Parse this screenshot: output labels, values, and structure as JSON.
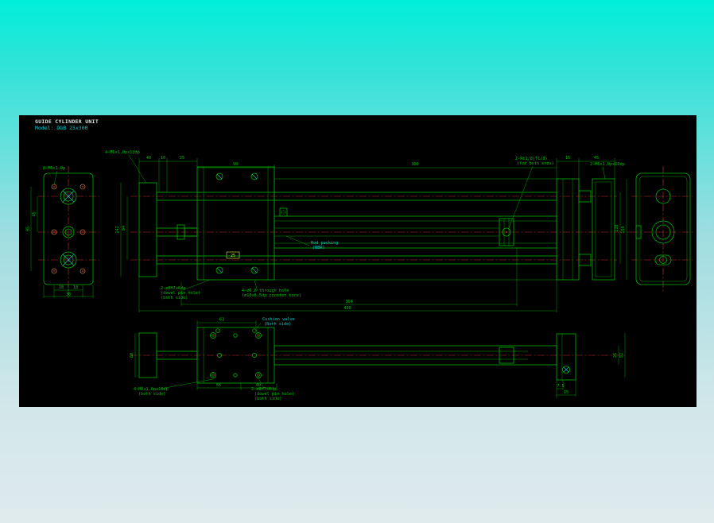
{
  "title_block": {
    "line1": "GUIDE CYLINDER UNIT",
    "line2": "Model: DGB 25x300"
  },
  "front_view": {
    "top": {
      "thread_note": "4-M6x1.0px12dp",
      "dim_a": "40",
      "dim_b": "10",
      "dim_c": "25",
      "dim_d": "90",
      "dim_e": "300",
      "dim_f": "15",
      "dim_g": "45",
      "port_note_1": "2-Rc1/8(T1/8)",
      "port_note_2": "(for both ends)",
      "thread_note_right": "2-M6x1.0px10dp"
    },
    "left": {
      "dim_inner": "84",
      "dim_outer": "142"
    },
    "right": {
      "dim_inner": "110",
      "dim_outer": "150"
    },
    "middle": {
      "rod_packing_1": "Rod packing",
      "rod_packing_2": "(NBR)",
      "tag": "25"
    },
    "bottom": {
      "dowel_1": "2-∅8H7x6dp",
      "dowel_2": "(dowel pin hole)",
      "dowel_3": "(both side)",
      "cbore_1": "4-∅6.6 through hole",
      "cbore_2": "(∅10x6.5dp counter bore)",
      "dim_span_1": "364",
      "dim_span_2": "430"
    }
  },
  "left_view": {
    "thread_note": "8-M6x1.0p",
    "dim_side_inner": "45",
    "dim_side_outer": "95",
    "dim_bottom_1": "18",
    "dim_bottom_2": "18",
    "dim_bottom_3": "36"
  },
  "plan_view": {
    "dim_63": "63",
    "valve_note_1": "Cushion valve",
    "valve_note_2": "(Both side)",
    "thread_note_1": "4-M6x1.0px10dp",
    "thread_note_2": "(both side)",
    "dowel_1": "2-∅8H7x6dp",
    "dowel_2": "(dowel pin hole)",
    "dowel_3": "(both side)",
    "dim_55": "55",
    "dim_40": "40",
    "dim_75": "7.5",
    "dim_15": "15",
    "dim_left": "60",
    "dim_right_inner": "25",
    "dim_right_outer": "52"
  },
  "colors": {
    "background_top": "#00efda",
    "background_bottom": "#dfeaec",
    "canvas": "#000000",
    "line_green": "#00b400",
    "centerline_red": "#c83232",
    "detail_cyan": "#00c8c8",
    "highlight_yellow": "#c8c832",
    "title_white": "#e0e0e0"
  }
}
